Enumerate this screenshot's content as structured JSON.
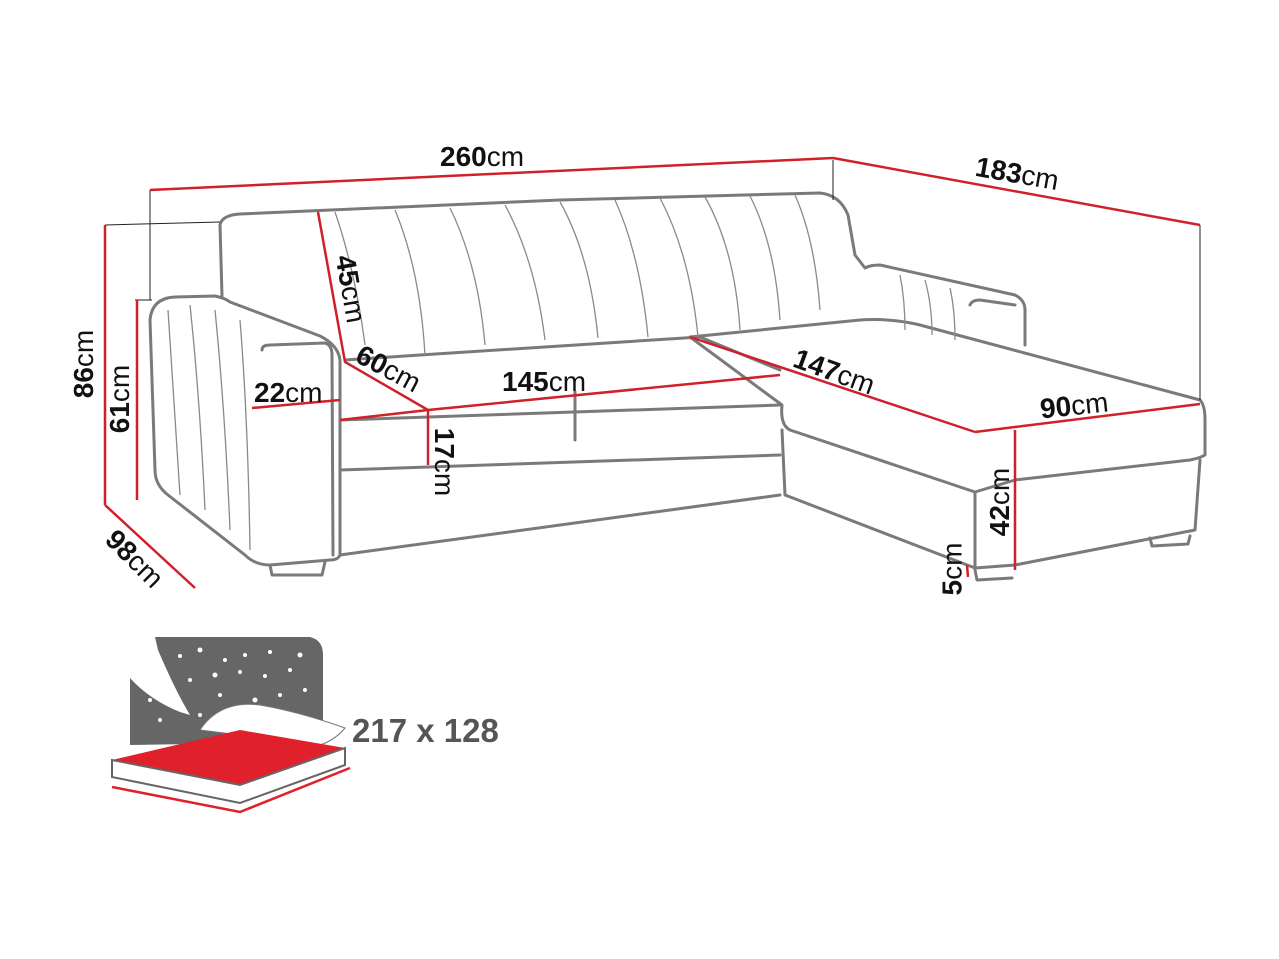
{
  "diagram": {
    "subject": "Corner sofa bed dimension drawing",
    "unit": "cm",
    "accent_color": "#d0202a",
    "outline_color": "#7a7a7a",
    "dimensions": {
      "total_width": {
        "value": "260",
        "unit": "cm"
      },
      "chaise_length": {
        "value": "183",
        "unit": "cm"
      },
      "total_height": {
        "value": "86",
        "unit": "cm"
      },
      "armrest_height": {
        "value": "61",
        "unit": "cm"
      },
      "depth": {
        "value": "98",
        "unit": "cm"
      },
      "backrest_height": {
        "value": "45",
        "unit": "cm"
      },
      "seat_depth": {
        "value": "60",
        "unit": "cm"
      },
      "armrest_width": {
        "value": "22",
        "unit": "cm"
      },
      "seat_width": {
        "value": "145",
        "unit": "cm"
      },
      "cushion_thickness": {
        "value": "17",
        "unit": "cm"
      },
      "chaise_seat_length": {
        "value": "147",
        "unit": "cm"
      },
      "chaise_width": {
        "value": "90",
        "unit": "cm"
      },
      "seat_height": {
        "value": "42",
        "unit": "cm"
      },
      "leg_height": {
        "value": "5",
        "unit": "cm"
      }
    },
    "sleeping_area": {
      "icon": "bed-night-icon",
      "label": "217 x 128"
    }
  }
}
